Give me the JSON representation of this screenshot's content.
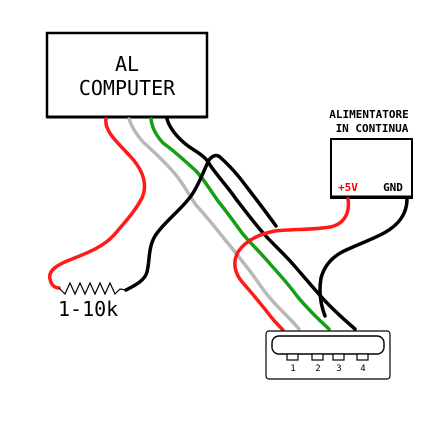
{
  "computer_box": {
    "line1": "AL",
    "line2": "COMPUTER"
  },
  "power_supply": {
    "title_line1": "ALIMENTATORE",
    "title_line2": "IN CONTINUA",
    "plus_label": "+5V",
    "gnd_label": "GND"
  },
  "resistor": {
    "label": "1-10k"
  },
  "usb_connector": {
    "pins": [
      "1",
      "2",
      "3",
      "4"
    ]
  },
  "colors": {
    "red": "#ff1a1a",
    "gray": "#b8b8b8",
    "green": "#14a014",
    "black": "#000000",
    "plus_text": "#ff0000"
  }
}
